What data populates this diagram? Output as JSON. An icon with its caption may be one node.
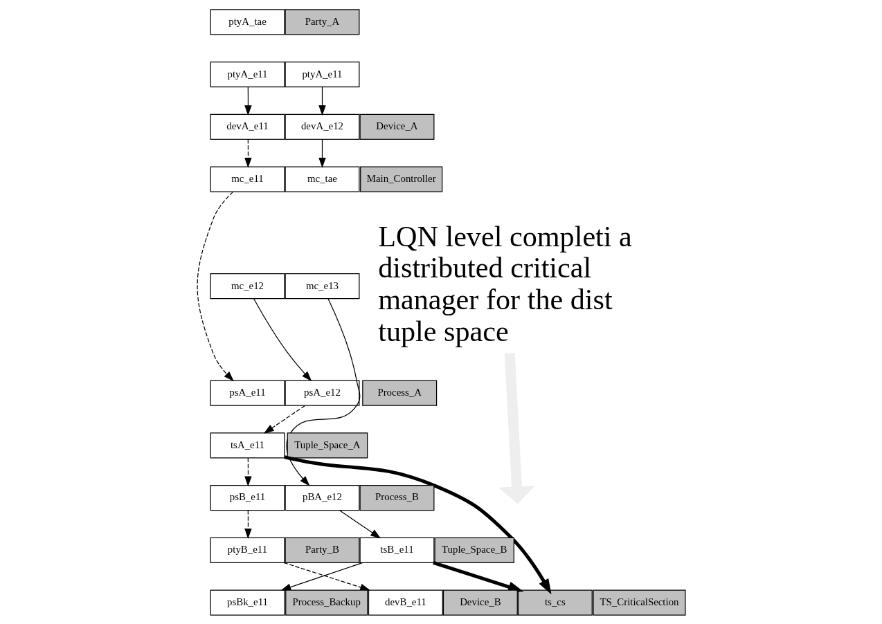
{
  "diagram": {
    "nodes": [
      {
        "text": [
          "ptyA_tae"
        ]
      },
      {
        "text": [
          "Party_A"
        ]
      },
      {
        "text": [
          "ptyA_e11"
        ]
      },
      {
        "text": [
          "ptyA_e11"
        ]
      },
      {
        "text": [
          "devA_e11"
        ]
      },
      {
        "text": [
          "devA_e12"
        ]
      },
      {
        "text": [
          "Device_A"
        ]
      },
      {
        "text": [
          "mc_e11"
        ]
      },
      {
        "text": [
          "mc_tae"
        ]
      },
      {
        "text": [
          "Main_Controller"
        ]
      },
      {
        "text": [
          "mc_e12"
        ]
      },
      {
        "text": [
          "mc_e13"
        ]
      },
      {
        "text": [
          "psA_e11"
        ]
      },
      {
        "text": [
          "psA_e12"
        ]
      },
      {
        "text": [
          "Process_A"
        ]
      },
      {
        "text": [
          "tsA_e11"
        ]
      },
      {
        "text": [
          "Tuple_Space_A"
        ]
      },
      {
        "text": [
          "psB_e11"
        ]
      },
      {
        "text": [
          "pBA_e12"
        ]
      },
      {
        "text": [
          "Process_B"
        ]
      },
      {
        "text": [
          "ptyB_e11"
        ]
      },
      {
        "text": [
          "Party_B"
        ]
      },
      {
        "text": [
          "tsB_e11"
        ]
      },
      {
        "text": [
          "Tuple_Space_B"
        ]
      },
      {
        "text": [
          "psBk_e11"
        ]
      },
      {
        "text": [
          "Process_Backup"
        ]
      },
      {
        "text": [
          "devB_e11"
        ]
      },
      {
        "text": [
          "Device_B"
        ]
      },
      {
        "text": [
          "ts_cs"
        ]
      },
      {
        "text": [
          "TS_CriticalSection"
        ]
      },
      {
        "text": [
          "LQN level completi a distributed critical manager for the dist tuple space"
        ]
      }
    ],
    "edges": [
      {
        "from": 2,
        "to": 4,
        "arrow": "to"
      },
      {
        "from": 3,
        "to": 5,
        "arrow": "to"
      },
      {
        "from": 4,
        "to": 7,
        "arrow": "to",
        "style": "dashed"
      },
      {
        "from": 5,
        "to": 8,
        "arrow": "to"
      },
      {
        "from": 7,
        "to": 12,
        "arrow": "to",
        "style": "dashed"
      },
      {
        "from": 10,
        "to": 13,
        "arrow": "to"
      },
      {
        "from": 11,
        "to": 18,
        "arrow": "to"
      },
      {
        "from": 13,
        "to": 15,
        "arrow": "to",
        "style": "dashed"
      },
      {
        "from": 15,
        "to": 17,
        "arrow": "to",
        "style": "dashed"
      },
      {
        "from": 15,
        "to": 28,
        "arrow": "to",
        "style": "thick"
      },
      {
        "from": 17,
        "to": 20,
        "arrow": "to",
        "style": "dashed"
      },
      {
        "from": 18,
        "to": 22,
        "arrow": "to"
      },
      {
        "from": 22,
        "to": 24,
        "arrow": "to"
      },
      {
        "from": 22,
        "to": 28,
        "arrow": "to",
        "style": "thick"
      },
      {
        "from": 20,
        "to": 26,
        "arrow": "to",
        "style": "dashed"
      },
      {
        "from": 30,
        "to": null,
        "arrow": "to",
        "style": "thick",
        "color": "#eeeeee"
      }
    ]
  }
}
